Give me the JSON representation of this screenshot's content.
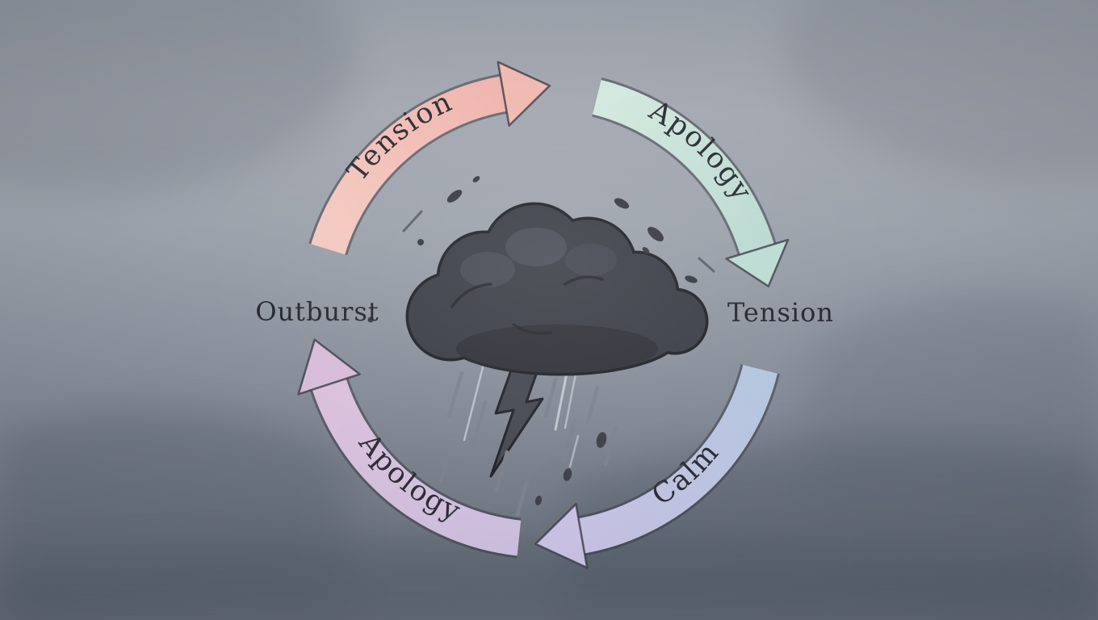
{
  "diagram": {
    "type": "cycle",
    "center_illustration": "storm-cloud-with-lightning-and-rain",
    "arc_segments": [
      {
        "label": "Tension",
        "position": "top-left",
        "color_start": "#f4c9c0",
        "color_end": "#efb3ac",
        "head_color": "#efb9b1"
      },
      {
        "label": "Apology",
        "position": "top-right",
        "color_start": "#d3e8df",
        "color_end": "#b7d8cf",
        "head_color": "#bcdcd3"
      },
      {
        "label": "Calm",
        "position": "bottom-right",
        "color_start": "#b4c6df",
        "color_end": "#c9c2e5",
        "head_color": "#cbc3e5"
      },
      {
        "label": "Apology",
        "position": "bottom-left",
        "color_start": "#cec0e0",
        "color_end": "#dcc0da",
        "head_color": "#d8bcd9"
      }
    ],
    "standalone_labels": [
      {
        "label": "Outburst",
        "position": "left"
      },
      {
        "label": "Tension",
        "position": "right"
      }
    ],
    "colors": {
      "label_text": "#2c2d35",
      "cloud_fill": "#3c3f47",
      "cloud_outline": "#22242a",
      "lightning": "#474a53",
      "rain": "#7d828d",
      "background_top": "#a2a6af",
      "background_bottom": "#69707b"
    }
  }
}
